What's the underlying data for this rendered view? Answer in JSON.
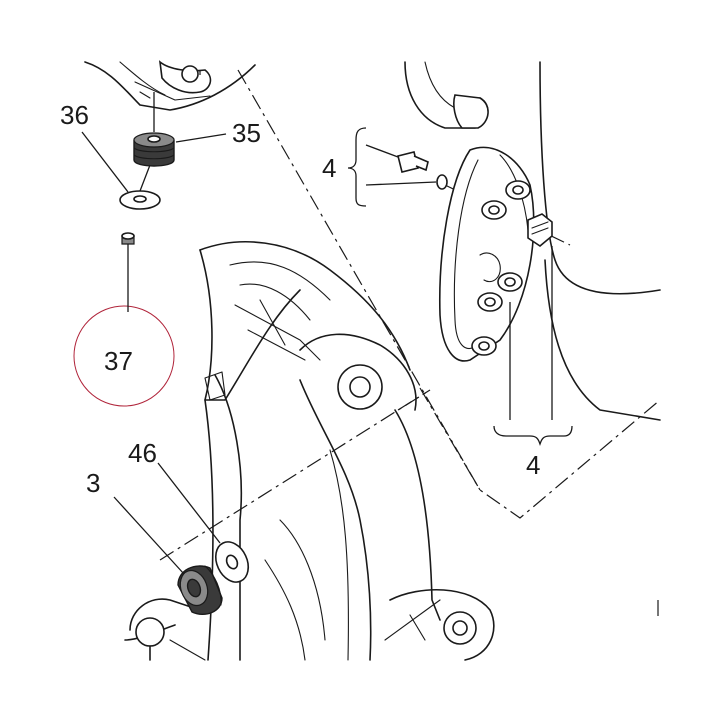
{
  "callouts": {
    "c36": "36",
    "c35": "35",
    "c37": "37",
    "c4_top": "4",
    "c4_bottom": "4",
    "c46": "46",
    "c3": "3"
  },
  "highlight_color": "#b0243a"
}
